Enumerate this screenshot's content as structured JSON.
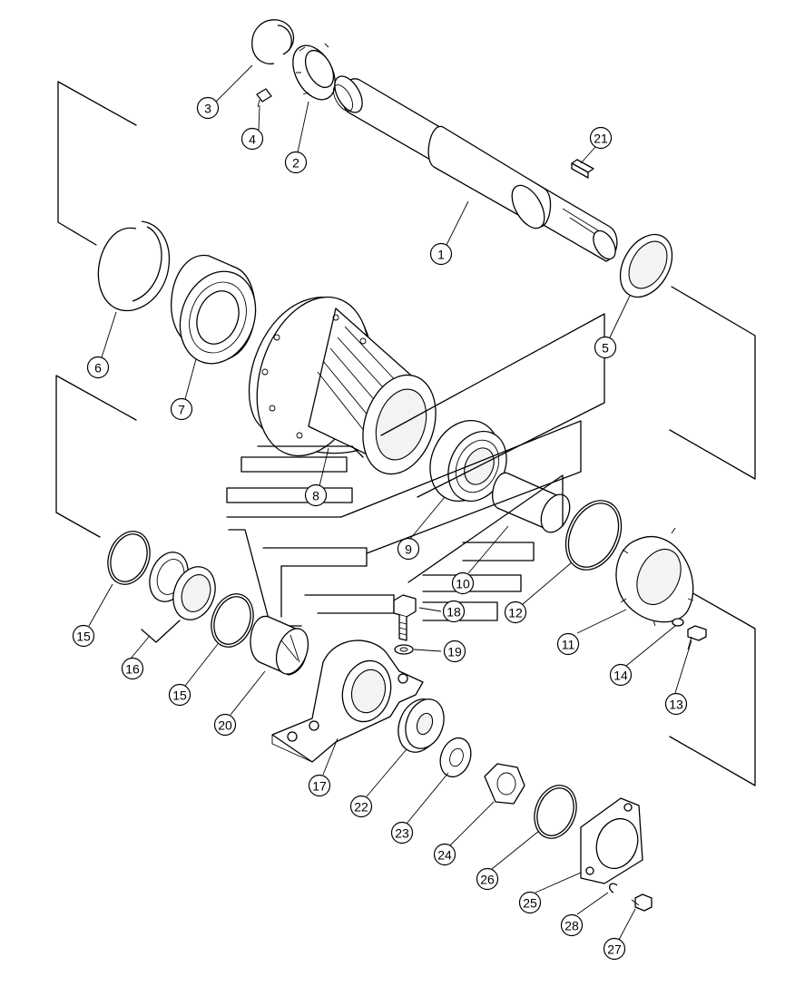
{
  "callouts": [
    {
      "id": "1",
      "label": "1"
    },
    {
      "id": "2",
      "label": "2"
    },
    {
      "id": "3",
      "label": "3"
    },
    {
      "id": "4",
      "label": "4"
    },
    {
      "id": "5",
      "label": "5"
    },
    {
      "id": "6",
      "label": "6"
    },
    {
      "id": "7",
      "label": "7"
    },
    {
      "id": "8",
      "label": "8"
    },
    {
      "id": "9",
      "label": "9"
    },
    {
      "id": "10",
      "label": "10"
    },
    {
      "id": "11",
      "label": "11"
    },
    {
      "id": "12",
      "label": "12"
    },
    {
      "id": "13",
      "label": "13"
    },
    {
      "id": "14",
      "label": "14"
    },
    {
      "id": "15a",
      "label": "15"
    },
    {
      "id": "15b",
      "label": "15"
    },
    {
      "id": "16",
      "label": "16"
    },
    {
      "id": "17",
      "label": "17"
    },
    {
      "id": "18",
      "label": "18"
    },
    {
      "id": "19",
      "label": "19"
    },
    {
      "id": "20",
      "label": "20"
    },
    {
      "id": "21",
      "label": "21"
    },
    {
      "id": "22",
      "label": "22"
    },
    {
      "id": "23",
      "label": "23"
    },
    {
      "id": "24",
      "label": "24"
    },
    {
      "id": "25",
      "label": "25"
    },
    {
      "id": "26",
      "label": "26"
    },
    {
      "id": "27",
      "label": "27"
    },
    {
      "id": "28",
      "label": "28"
    }
  ]
}
